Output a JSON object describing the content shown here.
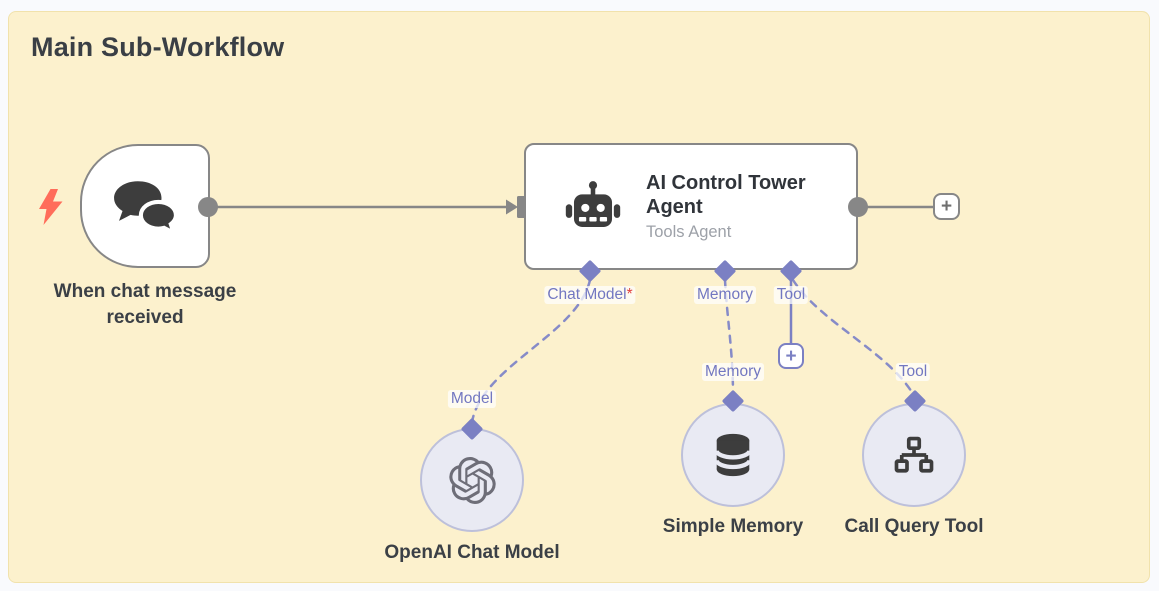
{
  "title": "Main Sub-Workflow",
  "canvas": {
    "trigger": {
      "label": "When chat message received"
    },
    "agent": {
      "title": "AI Control Tower Agent",
      "subtitle": "Tools Agent",
      "inputs": {
        "chat_model": {
          "label": "Chat Model",
          "required_marker": "*"
        },
        "memory": {
          "label": "Memory"
        },
        "tool": {
          "label": "Tool"
        }
      }
    },
    "sub_nodes": {
      "openai": {
        "label": "OpenAI Chat Model",
        "port_label": "Model"
      },
      "memory": {
        "label": "Simple Memory",
        "port_label": "Memory"
      },
      "tool": {
        "label": "Call Query Tool",
        "port_label": "Tool"
      }
    },
    "add_button": "+"
  },
  "icons": {
    "trigger": "chat-bubbles-icon",
    "agent": "robot-icon",
    "openai": "openai-logo-icon",
    "memory": "database-icon",
    "tool": "sitemap-icon",
    "trigger_kind": "lightning-bolt-icon"
  },
  "colors": {
    "sticky_bg": "#fcf1cd",
    "sticky_border": "#f1e2ac",
    "connector_gray": "#878787",
    "connector_purple": "#7b80c3",
    "label_purple": "#7277c1",
    "required_red": "#e03e3e",
    "bolt_coral": "#ff6d5a",
    "icon_dark": "#3d3d3d"
  }
}
